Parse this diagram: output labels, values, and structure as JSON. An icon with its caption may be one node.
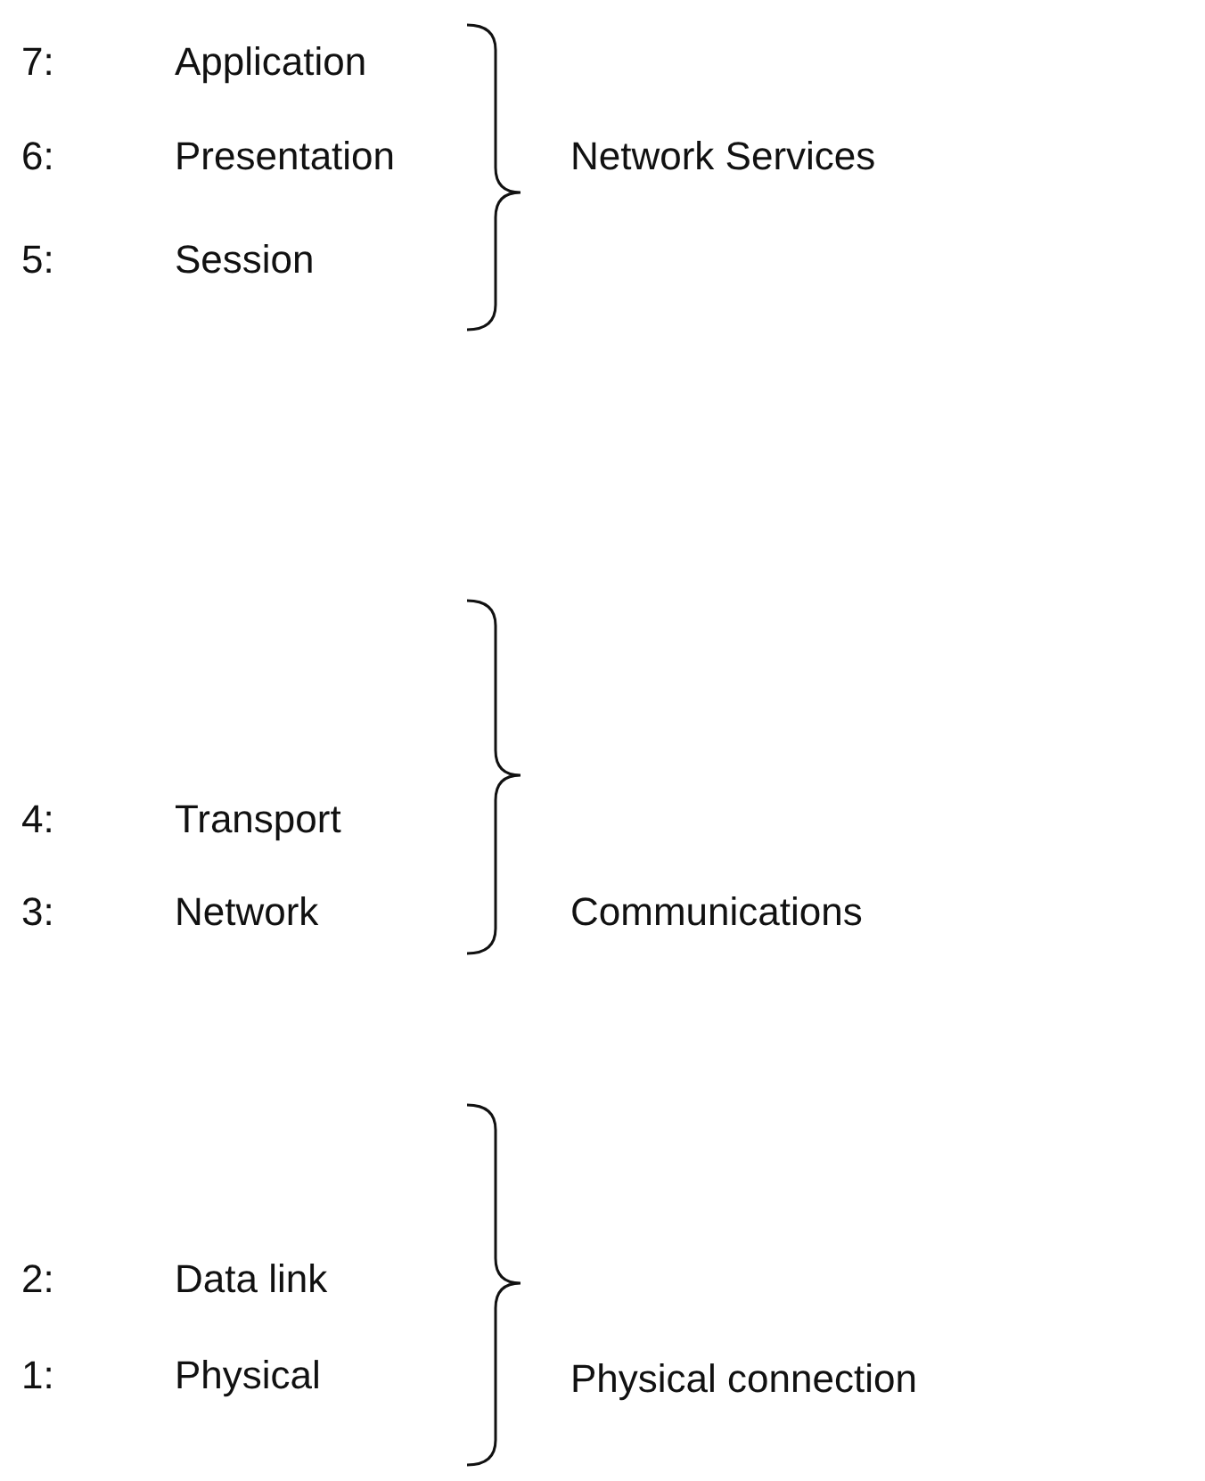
{
  "diagram": {
    "labels": [
      "7:",
      "Application",
      "6:",
      "Presentation",
      "Network Services",
      "5:",
      "Session",
      "4:",
      "Transport",
      "3:",
      "Network",
      "Communications",
      "2:",
      "Data link",
      "1:",
      "Physical",
      "Physical connection"
    ]
  }
}
